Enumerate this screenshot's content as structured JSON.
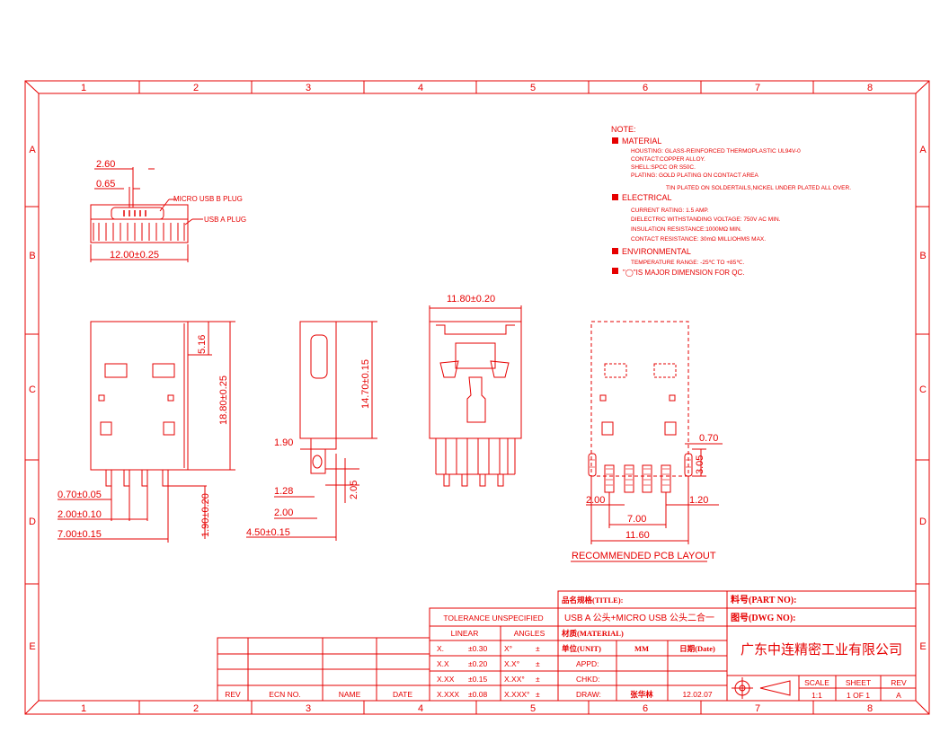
{
  "grid": {
    "columns": [
      "1",
      "2",
      "3",
      "4",
      "5",
      "6",
      "7",
      "8"
    ],
    "rows": [
      "A",
      "B",
      "C",
      "D",
      "E"
    ]
  },
  "notes": {
    "heading": "NOTE:",
    "sections": [
      {
        "title": "MATERIAL",
        "lines": [
          "HOUSTING: GLASS-REINFORCED THERMOPLASTIC UL94V-0",
          "CONTACT:COPPER ALLOY.",
          "SHELL:SPCC OR S50C.",
          "PLATING: GOLD PLATING ON CONTACT AREA",
          "TIN PLATED ON SOLDERTAILS,NICKEL UNDER PLATED ALL OVER."
        ]
      },
      {
        "title": "ELECTRICAL",
        "lines": [
          "CURRENT RATING: 1.5 AMP.",
          "DIELECTRIC WITHSTANDING VOLTAGE: 750V AC MIN.",
          "INSULATION RESISTANCE:1000MΩ MIN.",
          "CONTACT RESISTANCE: 30mΩ MILLIOHMS MAX."
        ]
      },
      {
        "title": "ENVIRONMENTAL",
        "lines": [
          "TEMPERATURE RANGE: -25℃ TO +85℃."
        ]
      },
      {
        "title": "\"◯\"IS MAJOR DIMENSION FOR QC.",
        "lines": []
      }
    ]
  },
  "views": {
    "top": {
      "dim_260": "2.60",
      "dim_065": "0.65",
      "label_micro": "MICRO USB B PLUG",
      "label_usba": "USB A PLUG",
      "dim_width": "12.00±0.25"
    },
    "front": {
      "dim_516": "5.16",
      "dim_height": "18.80±0.25",
      "dim_pin_w": "0.70±0.05",
      "dim_pitch": "2.00±0.10",
      "dim_span": "7.00±0.15",
      "dim_tail": "1.90±0.20"
    },
    "side": {
      "dim_1470": "14.70±0.15",
      "dim_190": "1.90",
      "dim_128": "1.28",
      "dim_205": "2.05",
      "dim_200": "2.00",
      "dim_450": "4.50±0.15"
    },
    "back": {
      "dim_width": "11.80±0.20"
    },
    "pcb": {
      "dim_070": "0.70",
      "dim_305": "3.05",
      "dim_200": "2.00",
      "dim_120": "1.20",
      "dim_700": "7.00",
      "dim_1160": "11.60",
      "caption": "RECOMMENDED PCB LAYOUT"
    }
  },
  "title_block": {
    "tolerance_header": "TOLERANCE UNSPECIFIED",
    "linear_header": "LINEAR",
    "angles_header": "ANGLES",
    "linear": [
      {
        "fmt": "X.",
        "val": "±0.30",
        "ang": "X°",
        "pm": "±"
      },
      {
        "fmt": "X.X",
        "val": "±0.20",
        "ang": "X.X°",
        "pm": "±"
      },
      {
        "fmt": "X.XX",
        "val": "±0.15",
        "ang": "X.XX°",
        "pm": "±"
      },
      {
        "fmt": "X.XXX",
        "val": "±0.08",
        "ang": "X.XXX°",
        "pm": "±"
      }
    ],
    "rev_headers": {
      "rev": "REV",
      "ecn": "ECN NO.",
      "name": "NAME",
      "date": "DATE"
    },
    "title_label": "品名规格(TITLE):",
    "title_value": "USB A 公头+MICRO USB 公头二合一",
    "material_label": "材质(MATERIAL)",
    "unit_label": "单位(UNIT)",
    "unit_value": "MM",
    "date_label": "日期(Date)",
    "appd_label": "APPD:",
    "chkd_label": "CHKD:",
    "draw_label": "DRAW:",
    "draw_name": "张华林",
    "draw_date": "12.02.07",
    "part_no_label": "料号(PART NO):",
    "dwg_no_label": "图号(DWG NO):",
    "company": "广东中连精密工业有限公司",
    "scale_label": "SCALE",
    "scale_value": "1:1",
    "sheet_label": "SHEET",
    "sheet_value": "1 OF 1",
    "rev_label": "REV",
    "rev_value": "A"
  }
}
